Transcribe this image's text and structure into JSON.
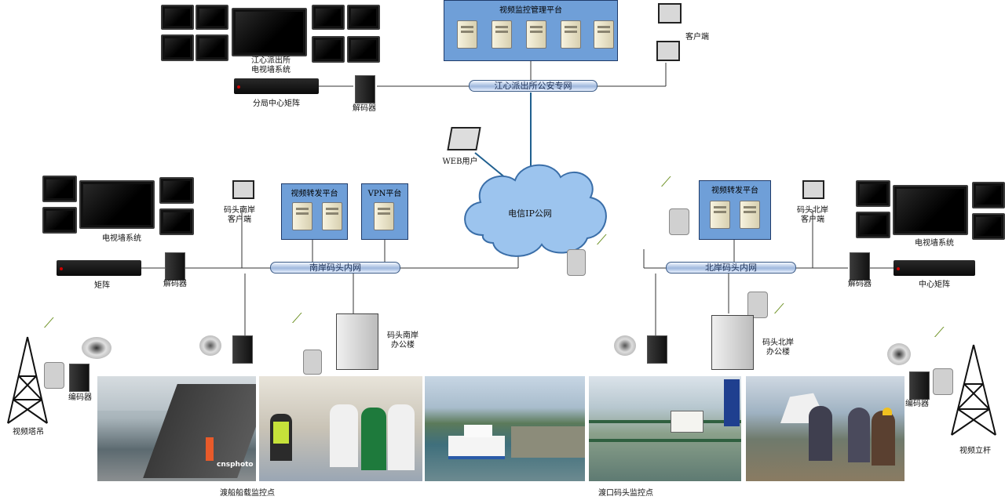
{
  "top": {
    "platform_title": "视频监控管理平台",
    "tv_wall_label": "江心派出所\n电视墙系统",
    "center_matrix_label": "分局中心矩阵",
    "decoder_label": "解码器",
    "client_label": "客户端",
    "bus_label": "江心派出所公安专网"
  },
  "cloud": {
    "label": "电信IP公网",
    "web_user_label": "WEB用户"
  },
  "south": {
    "bus_label": "南岸码头内网",
    "forward_platform": "视频转发平台",
    "vpn_platform": "VPN平台",
    "client_label": "码头南岸\n客户端",
    "tv_wall_label": "电视墙系统",
    "matrix_label": "矩阵",
    "decoder_label": "解码器",
    "office_label": "码头南岸\n办公楼",
    "tower_label": "视频塔吊",
    "encoder_label": "编码器"
  },
  "north": {
    "bus_label": "北岸码头内网",
    "forward_platform": "视频转发平台",
    "client_label": "码头北岸\n客户端",
    "tv_wall_label": "电视墙系统",
    "matrix_label": "中心矩阵",
    "decoder_label": "解码器",
    "office_label": "码头北岸\n办公楼",
    "tower_label": "视频立杆",
    "encoder_label": "编码器"
  },
  "photos": {
    "watermark": "cnsphoto",
    "caption_left": "渡船船载监控点",
    "caption_right": "渡口码头监控点"
  },
  "colors": {
    "platform_blue": "#6f9fd8",
    "line_color": "#333333",
    "wan_link": "#1f5f8f"
  }
}
